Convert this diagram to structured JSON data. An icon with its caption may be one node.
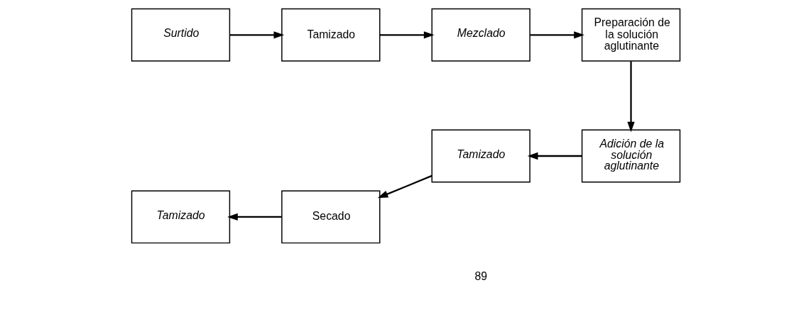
{
  "diagram": {
    "nodes": [
      {
        "text": [
          "Surtido"
        ]
      },
      {
        "text": [
          "Tamizado"
        ]
      },
      {
        "text": [
          "Mezclado"
        ]
      },
      {
        "text": [
          "Preparación de la solución aglutinante"
        ]
      },
      {
        "text": [
          "Adición de la solución aglutinante"
        ]
      },
      {
        "text": [
          "Tamizado"
        ]
      },
      {
        "text": [
          "Secado"
        ]
      },
      {
        "text": [
          "Tamizado"
        ]
      }
    ],
    "edges": [
      {
        "from": 0,
        "to": 1,
        "arrow": "to"
      },
      {
        "from": 1,
        "to": 2,
        "arrow": "to"
      },
      {
        "from": 2,
        "to": 3,
        "arrow": "to"
      },
      {
        "from": 3,
        "to": 4,
        "arrow": "to"
      },
      {
        "from": 4,
        "to": 5,
        "arrow": "to"
      },
      {
        "from": 5,
        "to": 6,
        "arrow": "to"
      },
      {
        "from": 6,
        "to": 7,
        "arrow": "to"
      }
    ],
    "labels": [
      "89"
    ]
  }
}
